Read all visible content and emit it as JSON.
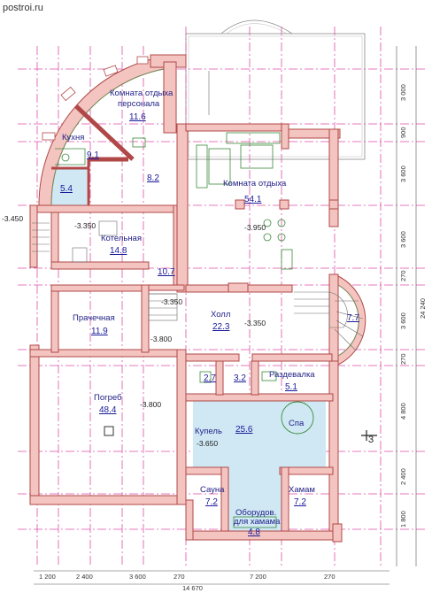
{
  "watermark": "postroi.ru",
  "rooms": {
    "staff_rest": {
      "name_line1": "Комната отдыха",
      "name_line2": "персонала",
      "area": "11.6"
    },
    "kitchen": {
      "name": "Кухня",
      "area": "9.1"
    },
    "bath_small": {
      "area": "5.4"
    },
    "corridor": {
      "area": "8.2"
    },
    "rest_room": {
      "name": "Комната отдыха",
      "area": "54.1"
    },
    "boiler": {
      "name": "Котельная",
      "area": "14.8"
    },
    "passage": {
      "area": "10.7"
    },
    "laundry": {
      "name": "Прачечная",
      "area": "11.9"
    },
    "hall": {
      "name": "Холл",
      "area": "22.3"
    },
    "stair": {
      "area": "7.7"
    },
    "cellar": {
      "name": "Погреб",
      "area": "48.4"
    },
    "wc": {
      "area": "2.7"
    },
    "lobby": {
      "area": "3.2"
    },
    "dressing": {
      "name": "Раздевалка",
      "area": "5.1"
    },
    "pool_room": {
      "name": "Купель",
      "area": "25.6"
    },
    "spa": {
      "name": "Спа"
    },
    "sauna": {
      "name": "Сауна",
      "area": "7.2"
    },
    "hamam": {
      "name": "Хамам",
      "area": "7.2"
    },
    "equipment": {
      "name_line1": "Оборудов.",
      "name_line2": "для хамама",
      "area": "4.8"
    }
  },
  "levels": {
    "outside": "-3.450",
    "boiler": "-3.350",
    "rest": "-3.950",
    "stair_landing": "-3.350",
    "laundry": "-3.800",
    "hall": "-3.350",
    "cellar": "-3.800",
    "pool": "-3.650"
  },
  "dimensions": {
    "bottom": [
      "1 200",
      "2 400",
      "3 600",
      "270",
      "7 200",
      "270",
      "14 670"
    ],
    "right": [
      "3 000",
      "900",
      "3 600",
      "3 600",
      "270",
      "3 600",
      "270",
      "4 800",
      "2 400",
      "1 800",
      "24 240"
    ]
  },
  "section_mark": "3"
}
